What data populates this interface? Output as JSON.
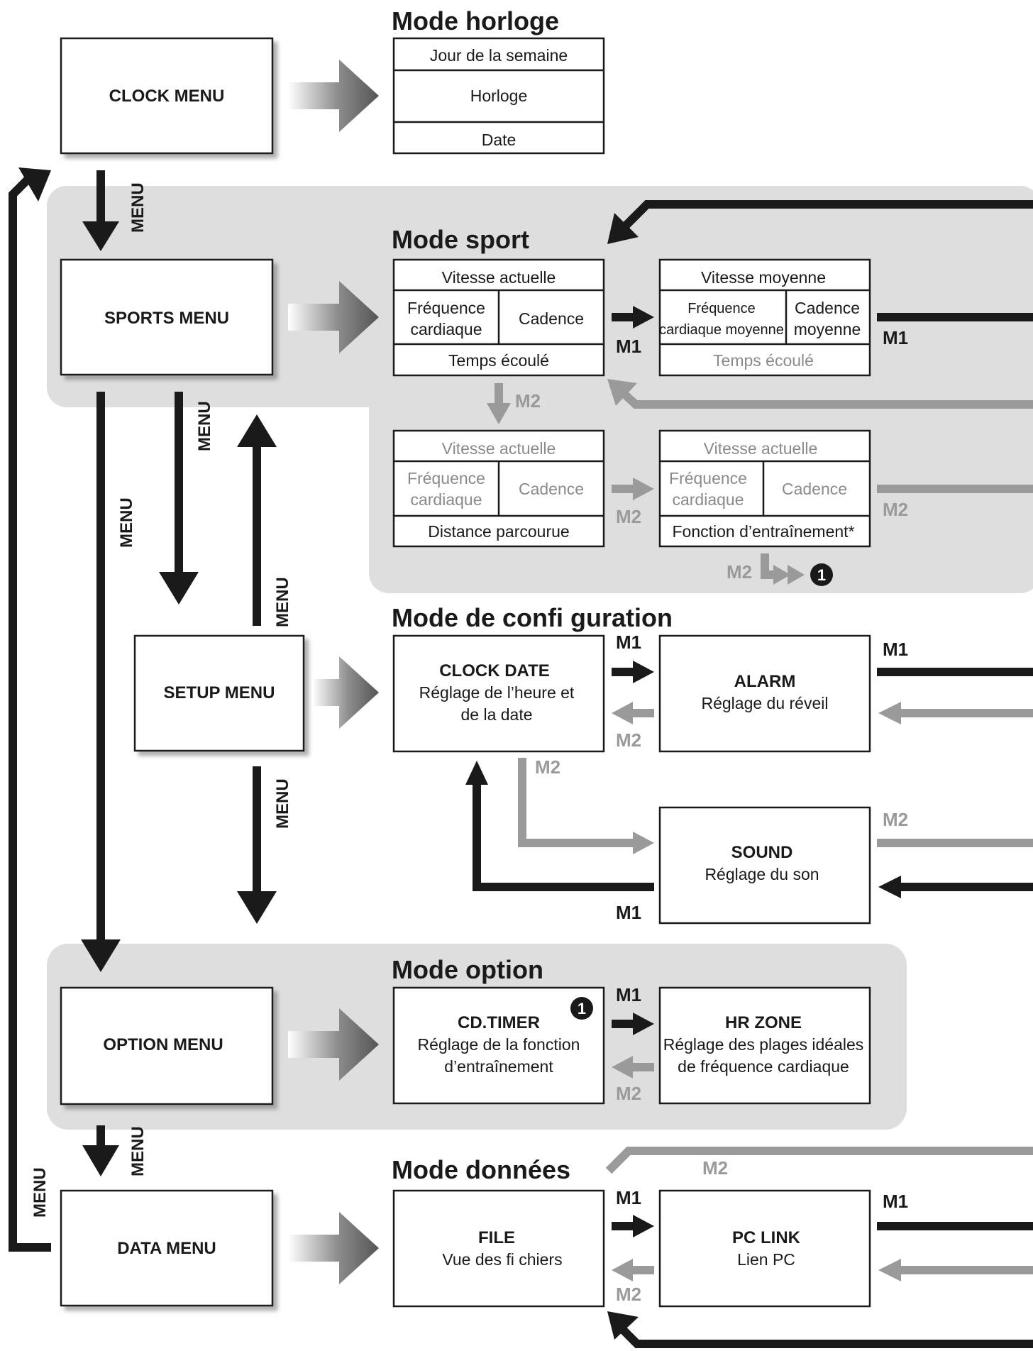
{
  "menus": {
    "clock": "CLOCK MENU",
    "sports": "SPORTS MENU",
    "setup": "SETUP MENU",
    "option": "OPTION MENU",
    "data": "DATA MENU"
  },
  "menu_arrow_label": "MENU",
  "modes": {
    "clock": {
      "title": "Mode horloge",
      "rows": [
        "Jour de la semaine",
        "Horloge",
        "Date"
      ]
    },
    "sport": {
      "title": "Mode sport",
      "screen1": {
        "top": "Vitesse actuelle",
        "left": [
          "Fréquence",
          "cardiaque"
        ],
        "right": "Cadence",
        "bottom": "Temps écoulé"
      },
      "screen2": {
        "top": "Vitesse moyenne",
        "left": [
          "Fréquence",
          "cardiaque moyenne"
        ],
        "right": [
          "Cadence",
          "moyenne"
        ],
        "bottom": "Temps écoulé"
      },
      "screen3": {
        "top": "Vitesse actuelle",
        "left": [
          "Fréquence",
          "cardiaque"
        ],
        "right": "Cadence",
        "bottom": "Distance parcourue"
      },
      "screen4": {
        "top": "Vitesse actuelle",
        "left": [
          "Fréquence",
          "cardiaque"
        ],
        "right": "Cadence",
        "bottom": "Fonction d’entraînement*"
      }
    },
    "setup": {
      "title": "Mode de confi guration",
      "clock_date": {
        "title": "CLOCK DATE",
        "desc": [
          "Réglage de l’heure et",
          "de la date"
        ]
      },
      "alarm": {
        "title": "ALARM",
        "desc": [
          "Réglage du réveil"
        ]
      },
      "sound": {
        "title": "SOUND",
        "desc": [
          "Réglage du son"
        ]
      }
    },
    "option": {
      "title": "Mode option",
      "cd_timer": {
        "title": "CD.TIMER",
        "desc": [
          "Réglage de la fonction",
          "d’entraînement"
        ],
        "marker": "1"
      },
      "hr_zone": {
        "title": "HR ZONE",
        "desc": [
          "Réglage des plages idéales",
          "de fréquence cardiaque"
        ]
      }
    },
    "data": {
      "title": "Mode données",
      "file": {
        "title": "FILE",
        "desc": [
          "Vue des fi chiers"
        ]
      },
      "pc_link": {
        "title": "PC LINK",
        "desc": [
          "Lien PC"
        ]
      }
    }
  },
  "buttons": {
    "m1": "M1",
    "m2": "M2"
  },
  "sport_m2_marker": "1",
  "colors": {
    "dark": "#1a1a1a",
    "grey": "#9a9a9a",
    "panel": "#dedede"
  }
}
